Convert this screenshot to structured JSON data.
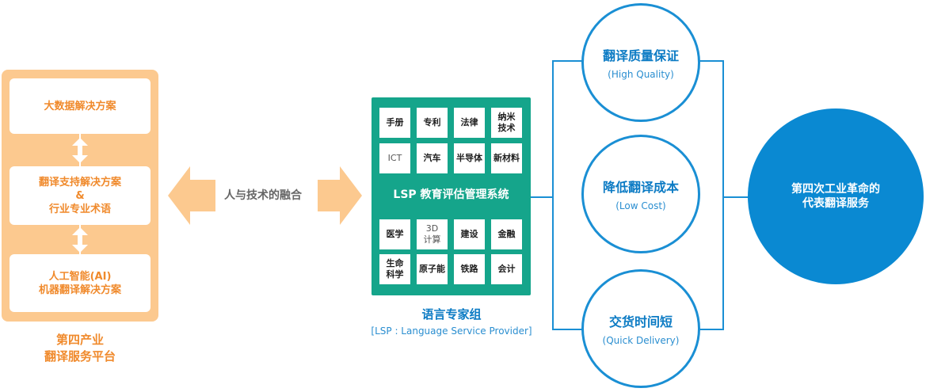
{
  "platform": {
    "box1": "大数据解决方案",
    "box2_line1": "翻译支持解决方案",
    "box2_line2": "&",
    "box2_line3": "行业专业术语",
    "box3_line1": "人工智能(AI)",
    "box3_line2": "机器翻译解决方案",
    "caption_line1": "第四产业",
    "caption_line2": "翻译服务平台"
  },
  "fusion_label": "人与技术的融合",
  "lsp": {
    "title": "LSP 教育评估管理系统",
    "top_cells": [
      "手册",
      "专利",
      "法律",
      "纳米\n技术",
      "ICT",
      "汽车",
      "半导体",
      "新材料"
    ],
    "bottom_cells": [
      "医学",
      "3D\n计算",
      "建设",
      "金融",
      "生命\n科学",
      "原子能",
      "铁路",
      "会计"
    ],
    "caption": "语言专家组",
    "caption_sub": "[LSP : Language Service Provider]"
  },
  "benefits": [
    {
      "title": "翻译质量保证",
      "sub": "(High Quality)"
    },
    {
      "title": "降低翻译成本",
      "sub": "(Low Cost)"
    },
    {
      "title": "交货时间短",
      "sub": "(Quick Delivery)"
    }
  ],
  "result_line1": "第四次工业革命的",
  "result_line2": "代表翻译服务",
  "colors": {
    "orange": "#fcc98f",
    "orange_text": "#f08a2c",
    "green": "#15a58b",
    "blue": "#0a89d2"
  }
}
